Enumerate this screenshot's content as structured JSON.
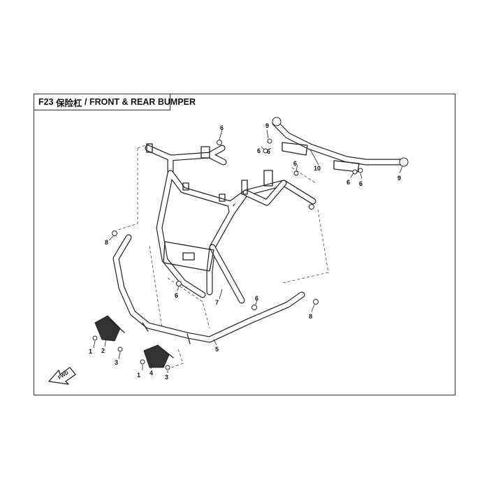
{
  "header": {
    "code": "F23",
    "title_cn": "保险杠",
    "title_en": "FRONT & REAR BUMPER"
  },
  "fwd_label": "FWD",
  "callouts": [
    "1",
    "2",
    "3",
    "1",
    "4",
    "3",
    "5",
    "6",
    "6",
    "6",
    "6",
    "6",
    "6",
    "6",
    "6",
    "7",
    "8",
    "8",
    "9",
    "9",
    "10"
  ]
}
